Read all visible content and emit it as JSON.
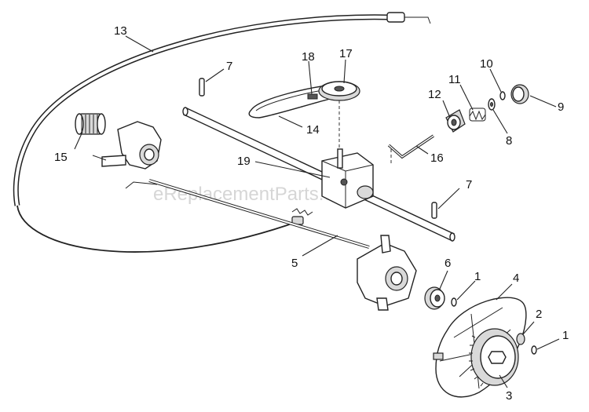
{
  "watermark": "eReplacementParts.com",
  "callouts": [
    {
      "id": "13",
      "text": "13"
    },
    {
      "id": "7a",
      "text": "7"
    },
    {
      "id": "18",
      "text": "18"
    },
    {
      "id": "17",
      "text": "17"
    },
    {
      "id": "10",
      "text": "10"
    },
    {
      "id": "11",
      "text": "11"
    },
    {
      "id": "12",
      "text": "12"
    },
    {
      "id": "9",
      "text": "9"
    },
    {
      "id": "14",
      "text": "14"
    },
    {
      "id": "8",
      "text": "8"
    },
    {
      "id": "15",
      "text": "15"
    },
    {
      "id": "16",
      "text": "16"
    },
    {
      "id": "19",
      "text": "19"
    },
    {
      "id": "7b",
      "text": "7"
    },
    {
      "id": "5",
      "text": "5"
    },
    {
      "id": "6",
      "text": "6"
    },
    {
      "id": "1a",
      "text": "1"
    },
    {
      "id": "4",
      "text": "4"
    },
    {
      "id": "2",
      "text": "2"
    },
    {
      "id": "1b",
      "text": "1"
    },
    {
      "id": "3",
      "text": "3"
    }
  ]
}
